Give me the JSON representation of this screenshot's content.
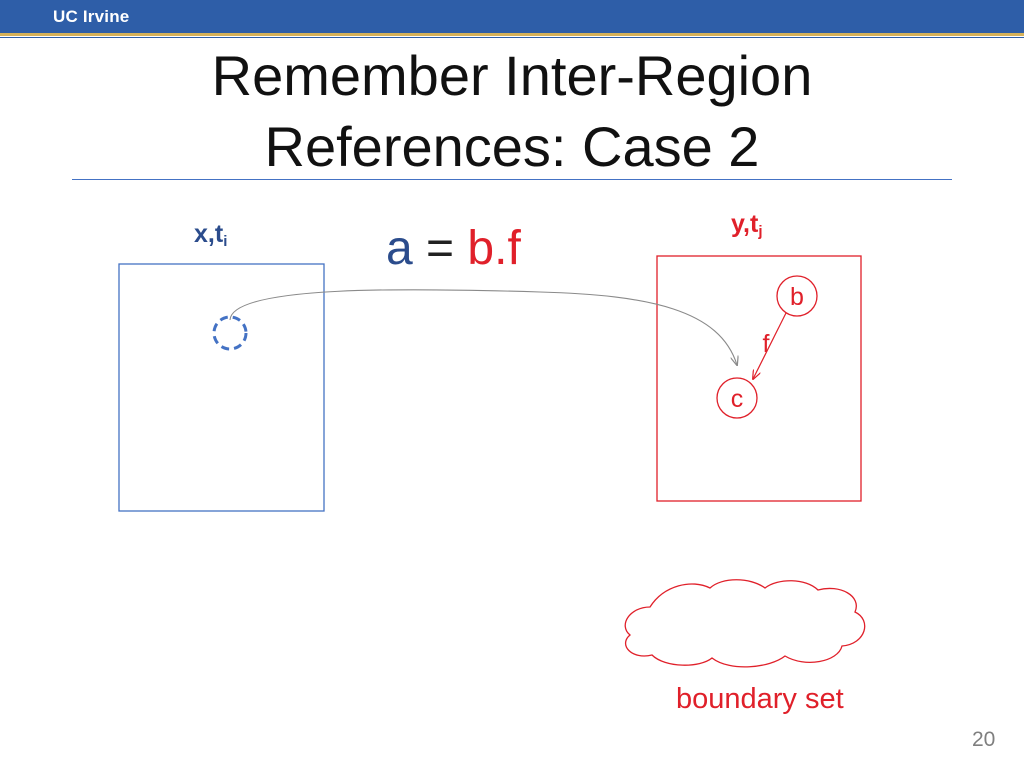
{
  "header": {
    "brand": "UC Irvine"
  },
  "slide": {
    "title_line1": "Remember Inter-Region",
    "title_line2": "References: Case 2",
    "statement": {
      "lhs": "a",
      "eq": " = ",
      "rhs": "b.f"
    },
    "region_left": {
      "label_main": "x,t",
      "label_sub": "i"
    },
    "region_right": {
      "label_main": "y,t",
      "label_sub": "j"
    },
    "nodes": {
      "b": "b",
      "c": "c"
    },
    "edge_label": "f",
    "boundary_label": "boundary set",
    "page_number": "20"
  },
  "colors": {
    "blue": "#4472c4",
    "red": "#e0202a",
    "header": "#2e5ea8",
    "gold": "#d6b25a"
  }
}
